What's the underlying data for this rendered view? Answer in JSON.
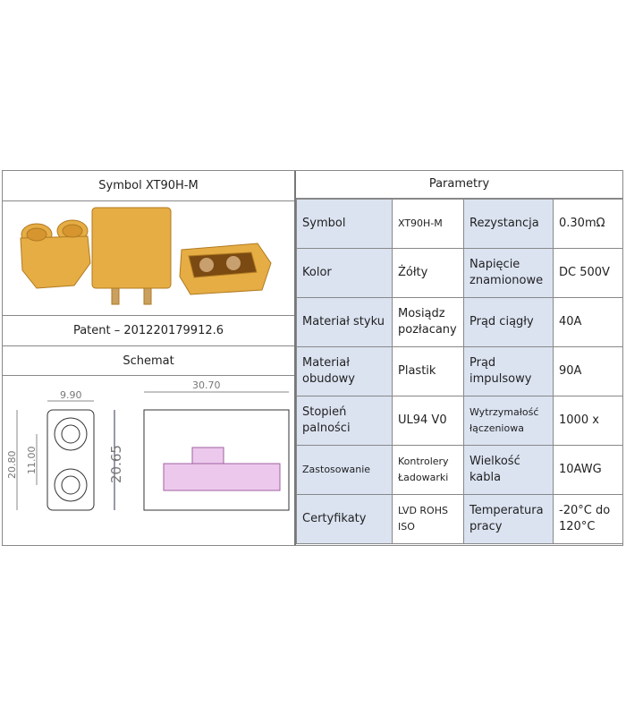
{
  "left": {
    "symbol_header": "Symbol  XT90H-M",
    "patent": "Patent – 201220179912.6",
    "schematic_header": "Schemat",
    "dimensions": {
      "width_top": "9.90",
      "height_outer": "20.80",
      "pitch": "11.00",
      "height_side": "20.65",
      "length": "30.70"
    },
    "product_color": "#e8b24a"
  },
  "right": {
    "header": "Parametry",
    "rows": [
      {
        "k1": "Symbol",
        "v1": "XT90H-M",
        "k2": "Rezystancja",
        "v2": "0.30mΩ"
      },
      {
        "k1": "Kolor",
        "v1": "Żółty",
        "k2": "Napięcie znamionowe",
        "v2": "DC 500V"
      },
      {
        "k1": "Materiał styku",
        "v1": "Mosiądz pozłacany",
        "k2": "Prąd ciągły",
        "v2": "40A"
      },
      {
        "k1": "Materiał obudowy",
        "v1": "Plastik",
        "k2": "Prąd impulsowy",
        "v2": "90A"
      },
      {
        "k1": "Stopień palności",
        "v1": "UL94 V0",
        "k2": "Wytrzymałość łączeniowa",
        "v2": "1000 x"
      },
      {
        "k1": "Zastosowanie",
        "v1": "Kontrolery Ładowarki",
        "k2": "Wielkość kabla",
        "v2": "10AWG"
      },
      {
        "k1": "Certyfikaty",
        "v1": "LVD ROHS ISO",
        "k2": "Temperatura pracy",
        "v2": "-20°C do 120°C"
      }
    ],
    "key_bg": "#dbe3f1"
  }
}
